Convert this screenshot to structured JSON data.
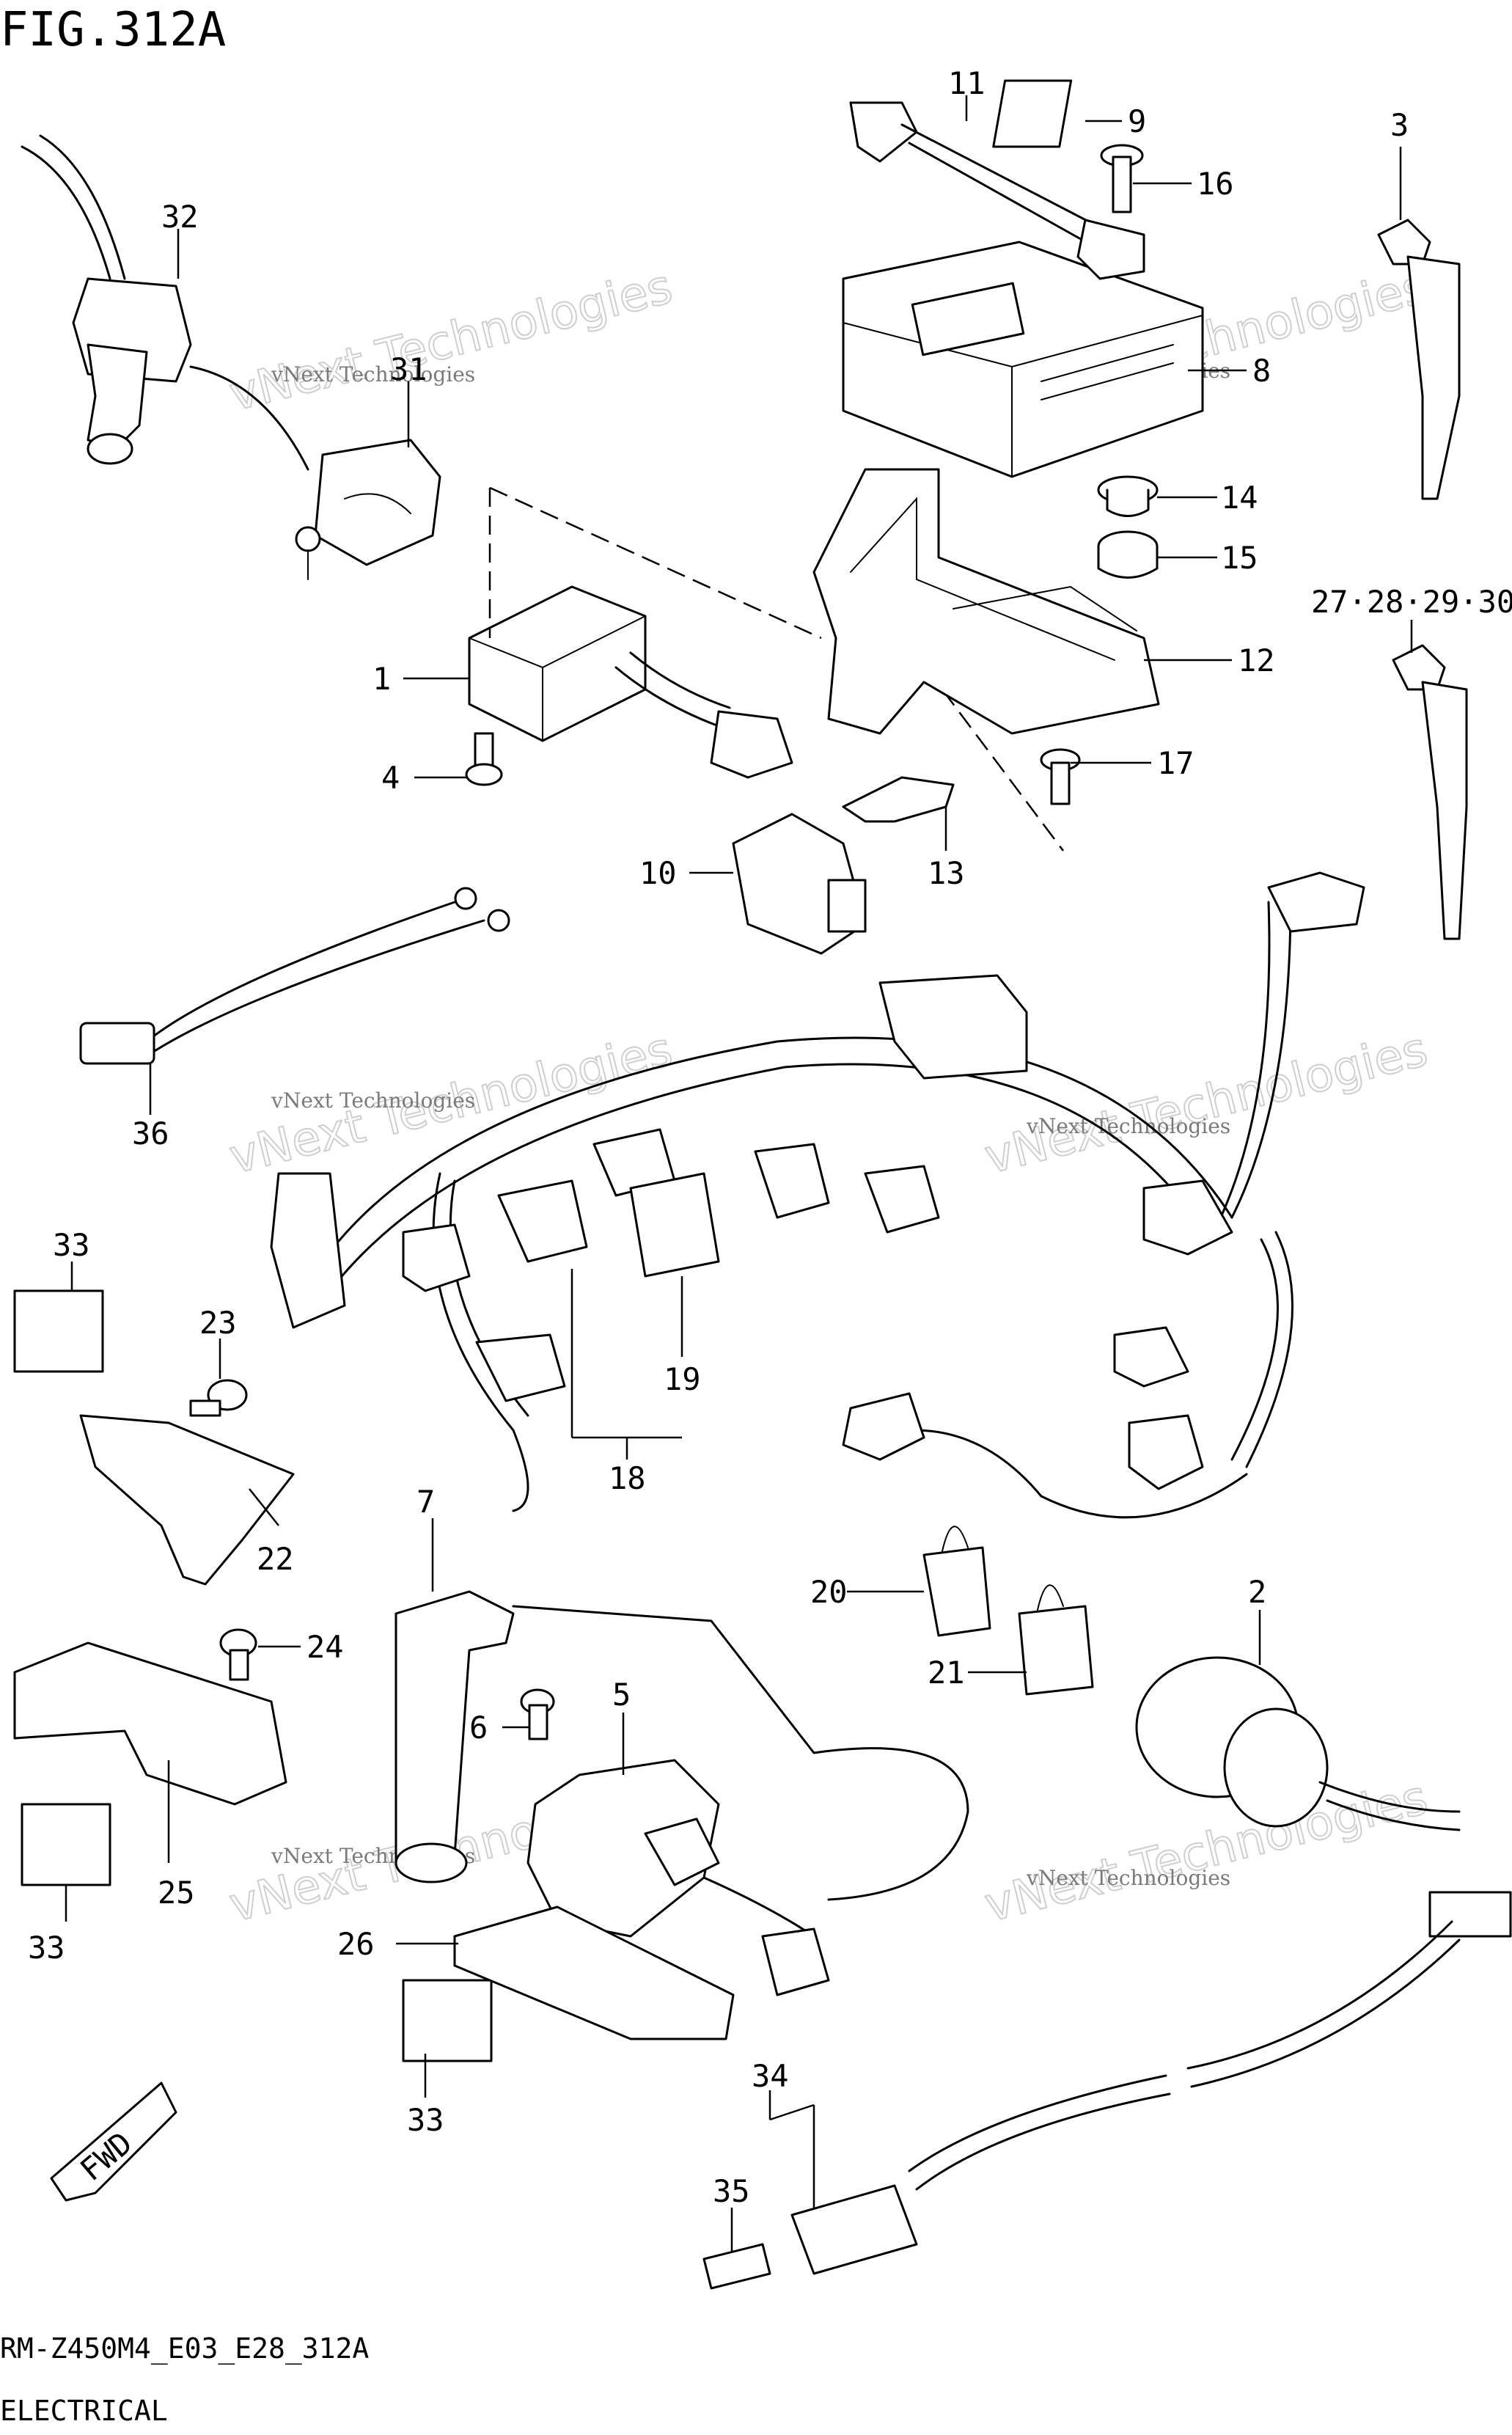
{
  "figure": {
    "title": "FIG.312A",
    "model_code": "RM-Z450M4_E03_E28_312A",
    "section": "ELECTRICAL",
    "direction_label": "FWD"
  },
  "watermark": {
    "text": "vNext Technologies",
    "big_text": "vNext Technologies"
  },
  "callouts": [
    {
      "id": "c1",
      "label": "1"
    },
    {
      "id": "c2",
      "label": "2"
    },
    {
      "id": "c3",
      "label": "3"
    },
    {
      "id": "c4",
      "label": "4"
    },
    {
      "id": "c5",
      "label": "5"
    },
    {
      "id": "c6",
      "label": "6"
    },
    {
      "id": "c7",
      "label": "7"
    },
    {
      "id": "c8",
      "label": "8"
    },
    {
      "id": "c9",
      "label": "9"
    },
    {
      "id": "c10",
      "label": "10"
    },
    {
      "id": "c11",
      "label": "11"
    },
    {
      "id": "c12",
      "label": "12"
    },
    {
      "id": "c13",
      "label": "13"
    },
    {
      "id": "c14",
      "label": "14"
    },
    {
      "id": "c15",
      "label": "15"
    },
    {
      "id": "c16",
      "label": "16"
    },
    {
      "id": "c17",
      "label": "17"
    },
    {
      "id": "c18",
      "label": "18"
    },
    {
      "id": "c19",
      "label": "19"
    },
    {
      "id": "c20",
      "label": "20"
    },
    {
      "id": "c21",
      "label": "21"
    },
    {
      "id": "c22",
      "label": "22"
    },
    {
      "id": "c23",
      "label": "23"
    },
    {
      "id": "c24",
      "label": "24"
    },
    {
      "id": "c25",
      "label": "25"
    },
    {
      "id": "c26",
      "label": "26"
    },
    {
      "id": "c27",
      "label": "27·28·29·30"
    },
    {
      "id": "c31",
      "label": "31"
    },
    {
      "id": "c32",
      "label": "32"
    },
    {
      "id": "c33a",
      "label": "33"
    },
    {
      "id": "c33b",
      "label": "33"
    },
    {
      "id": "c33c",
      "label": "33"
    },
    {
      "id": "c34",
      "label": "34"
    },
    {
      "id": "c35",
      "label": "35"
    },
    {
      "id": "c36",
      "label": "36"
    }
  ]
}
